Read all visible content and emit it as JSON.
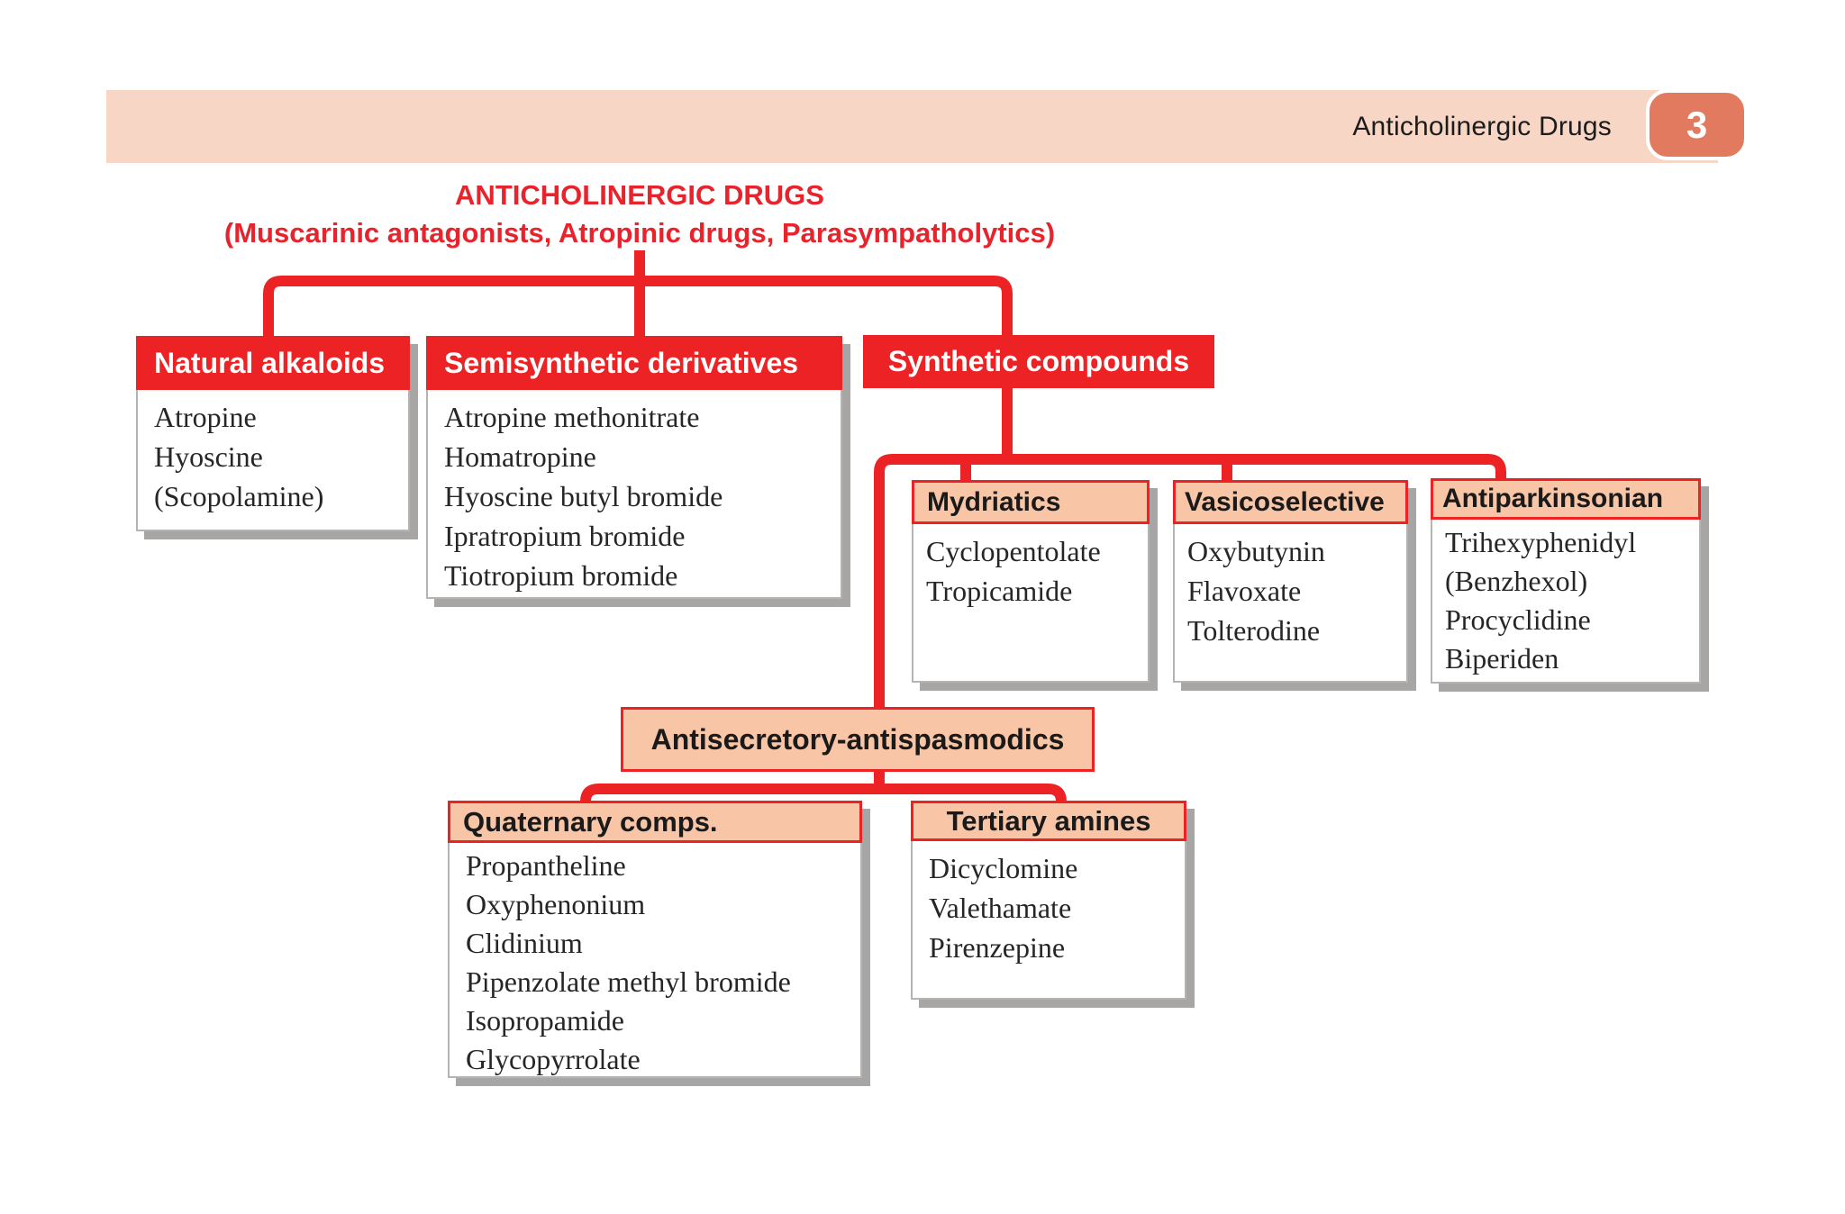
{
  "page_header": {
    "title": "Anticholinergic Drugs",
    "page_number": "3"
  },
  "diagram": {
    "title_line1": "ANTICHOLINERGIC DRUGS",
    "title_line2": "(Muscarinic antagonists, Atropinic drugs, Parasympatholytics)",
    "boxes": {
      "natural_alkaloids": {
        "title": "Natural alkaloids",
        "items": [
          "Atropine",
          "Hyoscine",
          "(Scopolamine)"
        ]
      },
      "semisynthetic": {
        "title": "Semisynthetic derivatives",
        "items": [
          "Atropine methonitrate",
          "Homatropine",
          "Hyoscine butyl bromide",
          "Ipratropium bromide",
          "Tiotropium bromide"
        ]
      },
      "synthetic": {
        "title": "Synthetic compounds"
      },
      "mydriatics": {
        "title": "Mydriatics",
        "items": [
          "Cyclopentolate",
          "Tropicamide"
        ]
      },
      "vasicoselective": {
        "title": "Vasicoselective",
        "items": [
          "Oxybutynin",
          "Flavoxate",
          "Tolterodine"
        ]
      },
      "antiparkinsonian": {
        "title": "Antiparkinsonian",
        "items": [
          "Trihexyphenidyl",
          "(Benzhexol)",
          "Procyclidine",
          "Biperiden"
        ]
      },
      "antisecretory": {
        "title": "Antisecretory-antispasmodics"
      },
      "quaternary": {
        "title": "Quaternary comps.",
        "items": [
          "Propantheline",
          "Oxyphenonium",
          "Clidinium",
          "Pipenzolate methyl bromide",
          "Isopropamide",
          "Glycopyrrolate"
        ]
      },
      "tertiary": {
        "title": "Tertiary amines",
        "items": [
          "Dicyclomine",
          "Valethamate",
          "Pirenzepine"
        ]
      }
    }
  },
  "colors": {
    "connector_red": "#ed2224",
    "header_red": "#ed2224",
    "pink_header": "#f8c5a7",
    "peach_bar": "#f8d6c6",
    "badge": "#e17a5e",
    "title_red": "#e8232b"
  }
}
